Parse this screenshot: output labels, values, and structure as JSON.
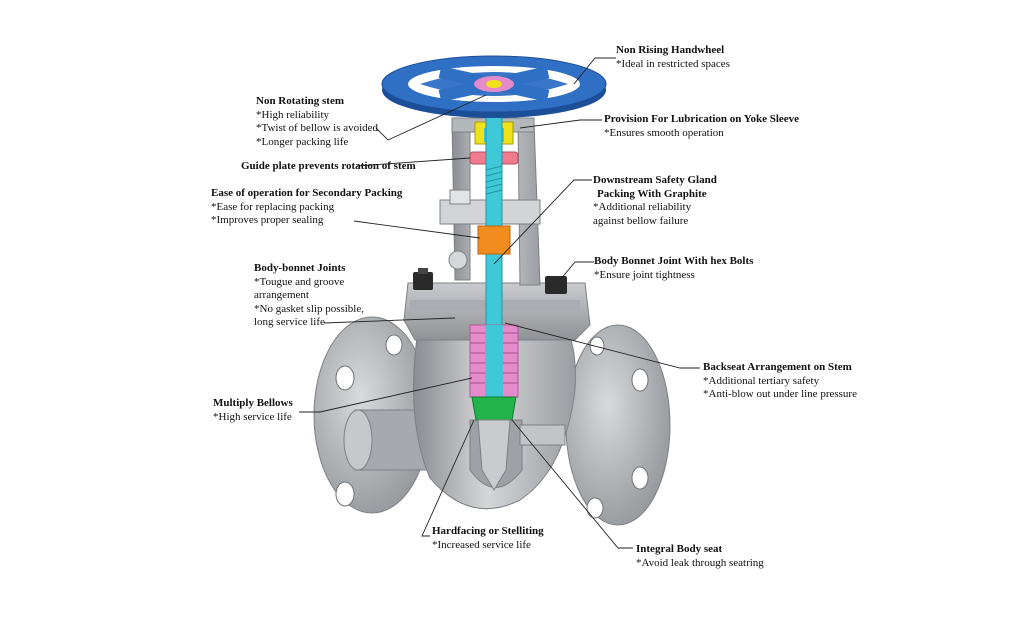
{
  "annotations": {
    "non_rising_handwheel": {
      "title": "Non Rising Handwheel",
      "lines": [
        "*Ideal in restricted spaces"
      ]
    },
    "non_rotating_stem": {
      "title": "Non Rotating stem",
      "lines": [
        "*High reliability",
        "*Twist of bellow is avoided",
        "*Longer packing life"
      ]
    },
    "provision_lubrication": {
      "title": "Provision For Lubrication on Yoke Sleeve",
      "lines": [
        "*Ensures smooth operation"
      ]
    },
    "guide_plate": {
      "title": "Guide plate prevents rotation of stem",
      "lines": []
    },
    "downstream_safety_gland": {
      "title": "Downstream Safety Gland",
      "title2": "Packing With Graphite",
      "lines": [
        "*Additional reliability",
        "against bellow failure"
      ]
    },
    "secondary_packing": {
      "title": "Ease of operation for Secondary Packing",
      "lines": [
        "*Ease for replacing packing",
        "*Improves proper sealing"
      ]
    },
    "body_bonnet_hex": {
      "title": "Body Bonnet Joint With hex Bolts",
      "lines": [
        "*Ensure joint tightness"
      ]
    },
    "body_bonnet_joints": {
      "title": "Body-bonnet Joints",
      "lines": [
        "*Tougue and groove",
        "arrangement",
        "*No gasket slip possible,",
        "long service life"
      ]
    },
    "backseat": {
      "title": "Backseat Arrangement on Stem",
      "lines": [
        "*Additional tertiary safety",
        "*Anti-blow out under line pressure"
      ]
    },
    "multiply_bellows": {
      "title": "Multiply Bellows",
      "lines": [
        "*High service life"
      ]
    },
    "hardfacing": {
      "title": "Hardfacing or Stelliting",
      "lines": [
        "*Increased service life"
      ]
    },
    "integral_seat": {
      "title": "Integral Body seat",
      "lines": [
        "*Avoid leak through seatring"
      ]
    }
  },
  "colors": {
    "handwheel": "#2f6fc4",
    "handwheel_dark": "#1d4f99",
    "stem": "#3fc8d8",
    "bellows": "#e58acb",
    "packing": "#f28c1e",
    "guide_plate": "#f07a8e",
    "yellow_sleeve": "#f1e11a",
    "disc": "#22b34a",
    "body_metal": "#b7b9bc",
    "body_dark": "#8d9094",
    "bolt": "#2a2a2a"
  }
}
